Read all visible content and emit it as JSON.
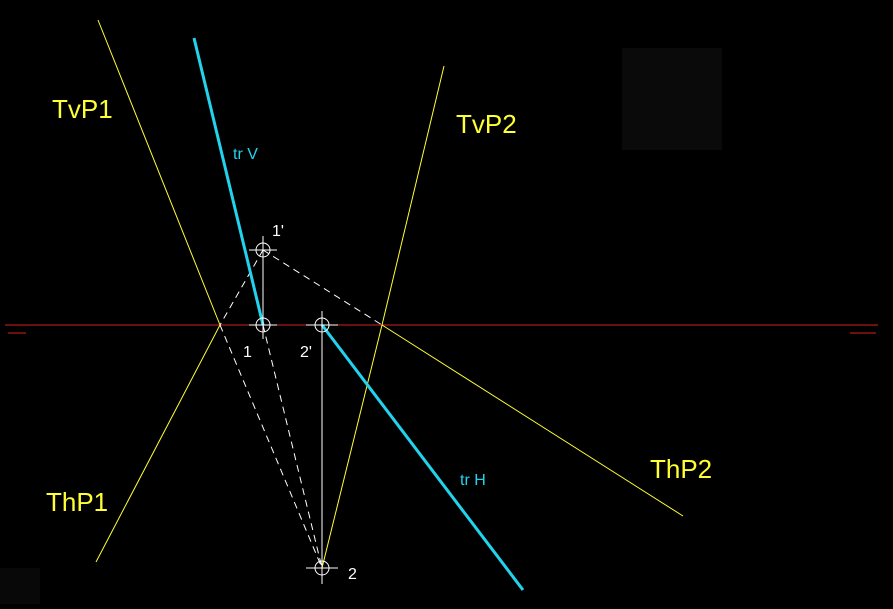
{
  "colors": {
    "background": "#000000",
    "trace_plane_lines": "#ffff33",
    "trace_lines": "#22d3ee",
    "ground_line": "#d61f1f",
    "construction": "#ffffff"
  },
  "labels": {
    "tvp1": "TvP1",
    "tvp2": "TvP2",
    "thp1": "ThP1",
    "thp2": "ThP2",
    "trv": "tr V",
    "trh": "tr H",
    "point_1_prime": "1'",
    "point_1": "1",
    "point_2_prime": "2'",
    "point_2": "2"
  }
}
